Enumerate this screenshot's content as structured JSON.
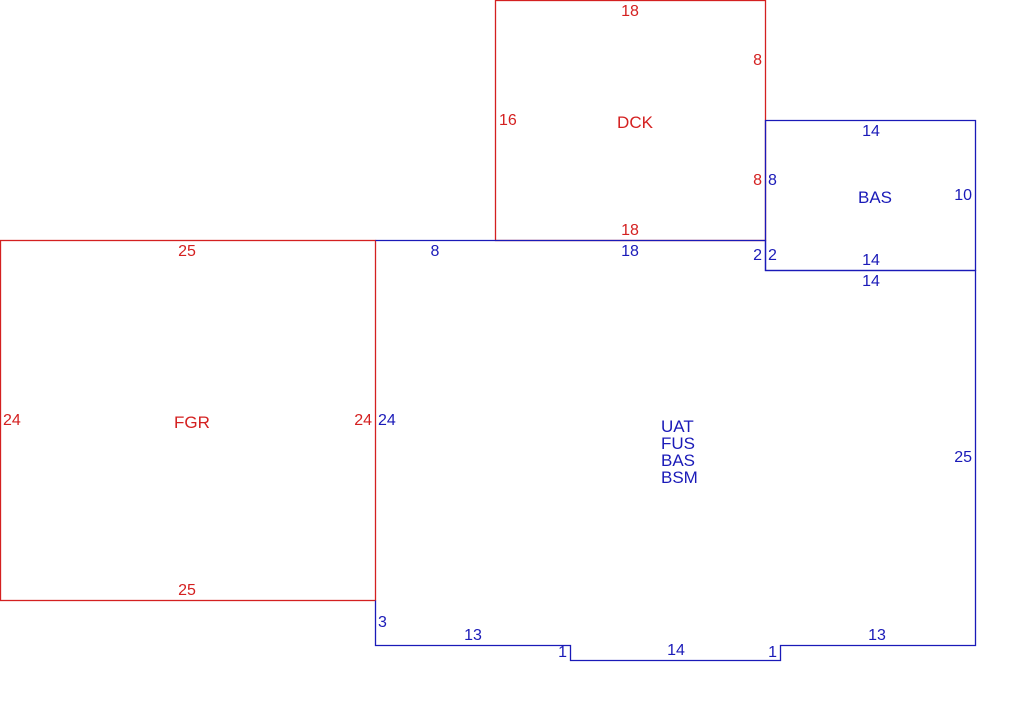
{
  "colors": {
    "red": "#d42020",
    "blue": "#1a1ab8"
  },
  "areas": {
    "dck": {
      "label": "DCK",
      "dims": {
        "top": "18",
        "right_upper": "8",
        "left": "16",
        "right_lower": "8",
        "bottom": "18"
      }
    },
    "bas_small": {
      "label": "BAS",
      "dims": {
        "top": "14",
        "left": "8",
        "right": "10",
        "bottom": "14",
        "left_lower": "2"
      }
    },
    "fgr": {
      "label": "FGR",
      "dims": {
        "top": "25",
        "left": "24",
        "right": "24",
        "bottom": "25"
      }
    },
    "main": {
      "labels": [
        "UAT",
        "FUS",
        "BAS",
        "BSM"
      ],
      "dims": {
        "top_left": "8",
        "top_mid": "18",
        "notch_left": "2",
        "top_right": "14",
        "left": "24",
        "right": "25",
        "left_lower": "3",
        "bottom_left": "13",
        "step_left": "1",
        "bottom_mid": "14",
        "step_right": "1",
        "bottom_right": "13"
      }
    }
  }
}
